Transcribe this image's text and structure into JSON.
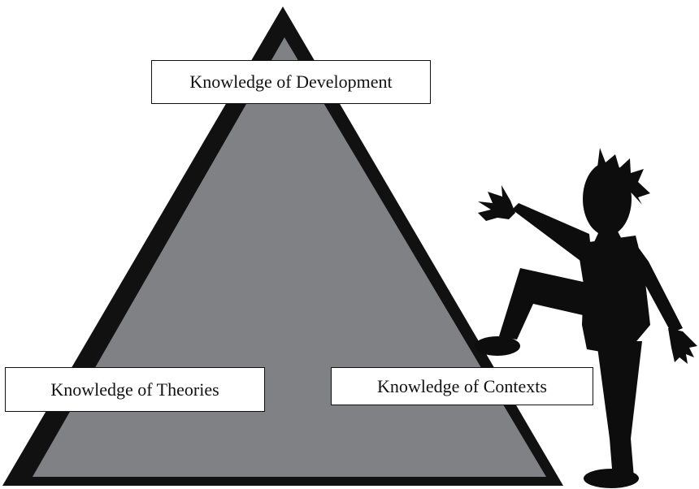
{
  "labels": {
    "top": "Knowledge of Development",
    "left": "Knowledge of Theories",
    "right": "Knowledge of Contexts"
  },
  "colors": {
    "pyramid_outline": "#111111",
    "pyramid_fill": "#808184",
    "figure": "#0d0d0d",
    "box_background": "#ffffff"
  }
}
